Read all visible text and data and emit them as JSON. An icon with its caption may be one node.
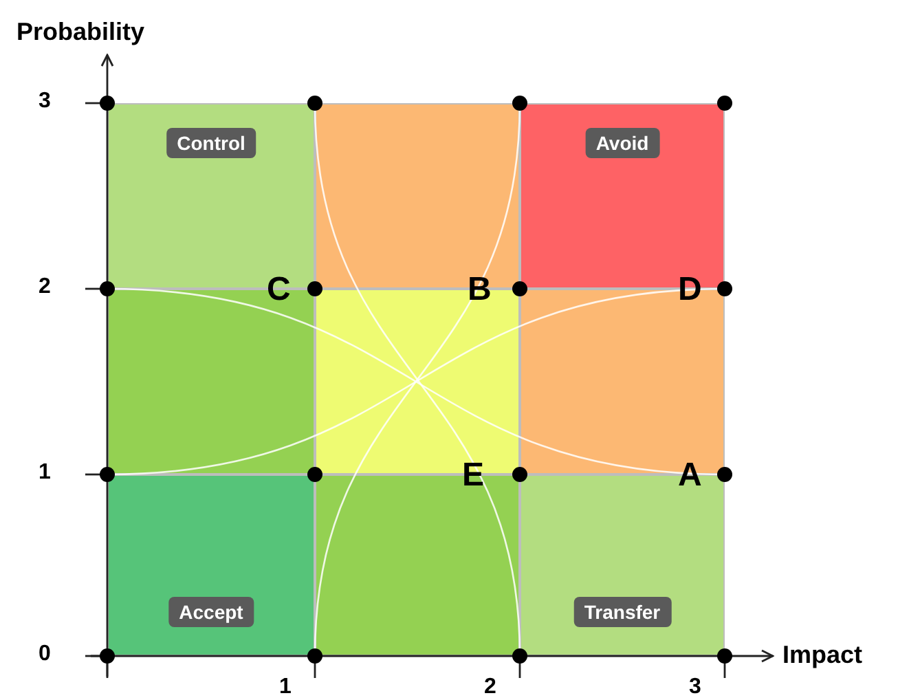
{
  "diagram": {
    "nodes": [
      {
        "text": [
          "Control"
        ]
      },
      {
        "text": [],
        "shape": "box"
      },
      {
        "text": [
          "Avoid"
        ]
      },
      {
        "text": [],
        "shape": "box"
      },
      {
        "text": [],
        "shape": "box"
      },
      {
        "text": [],
        "shape": "box"
      },
      {
        "text": [
          "Accept"
        ]
      },
      {
        "text": [],
        "shape": "box"
      },
      {
        "text": [
          "Transfer"
        ]
      }
    ],
    "labels": [
      "Probability",
      "3",
      "2",
      "1",
      "0",
      "C",
      "B",
      "D",
      "E",
      "A",
      "1",
      "2",
      "3",
      "Impact"
    ]
  }
}
